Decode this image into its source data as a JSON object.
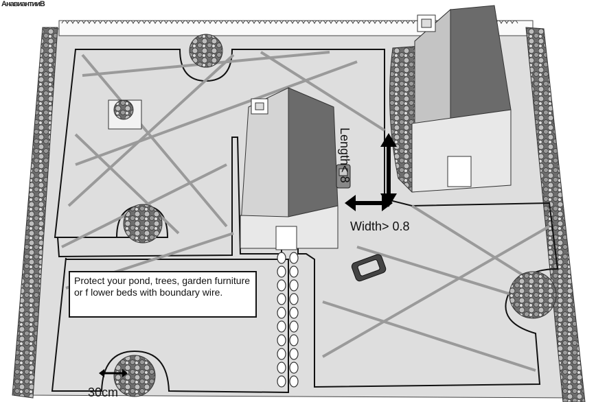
{
  "corner_mark": "АнавиантииВ",
  "length_label": "Length< 8",
  "width_label": "Width> 0.8",
  "distance_label": "30cm",
  "note_text": "Protect your pond, trees, garden furniture or f lower beds with boundary wire.",
  "icons": [
    "hedge-icon",
    "house-icon",
    "bush-icon",
    "robot-mower-icon",
    "charging-station-icon",
    "stepping-stones-icon",
    "double-arrow-icon"
  ]
}
